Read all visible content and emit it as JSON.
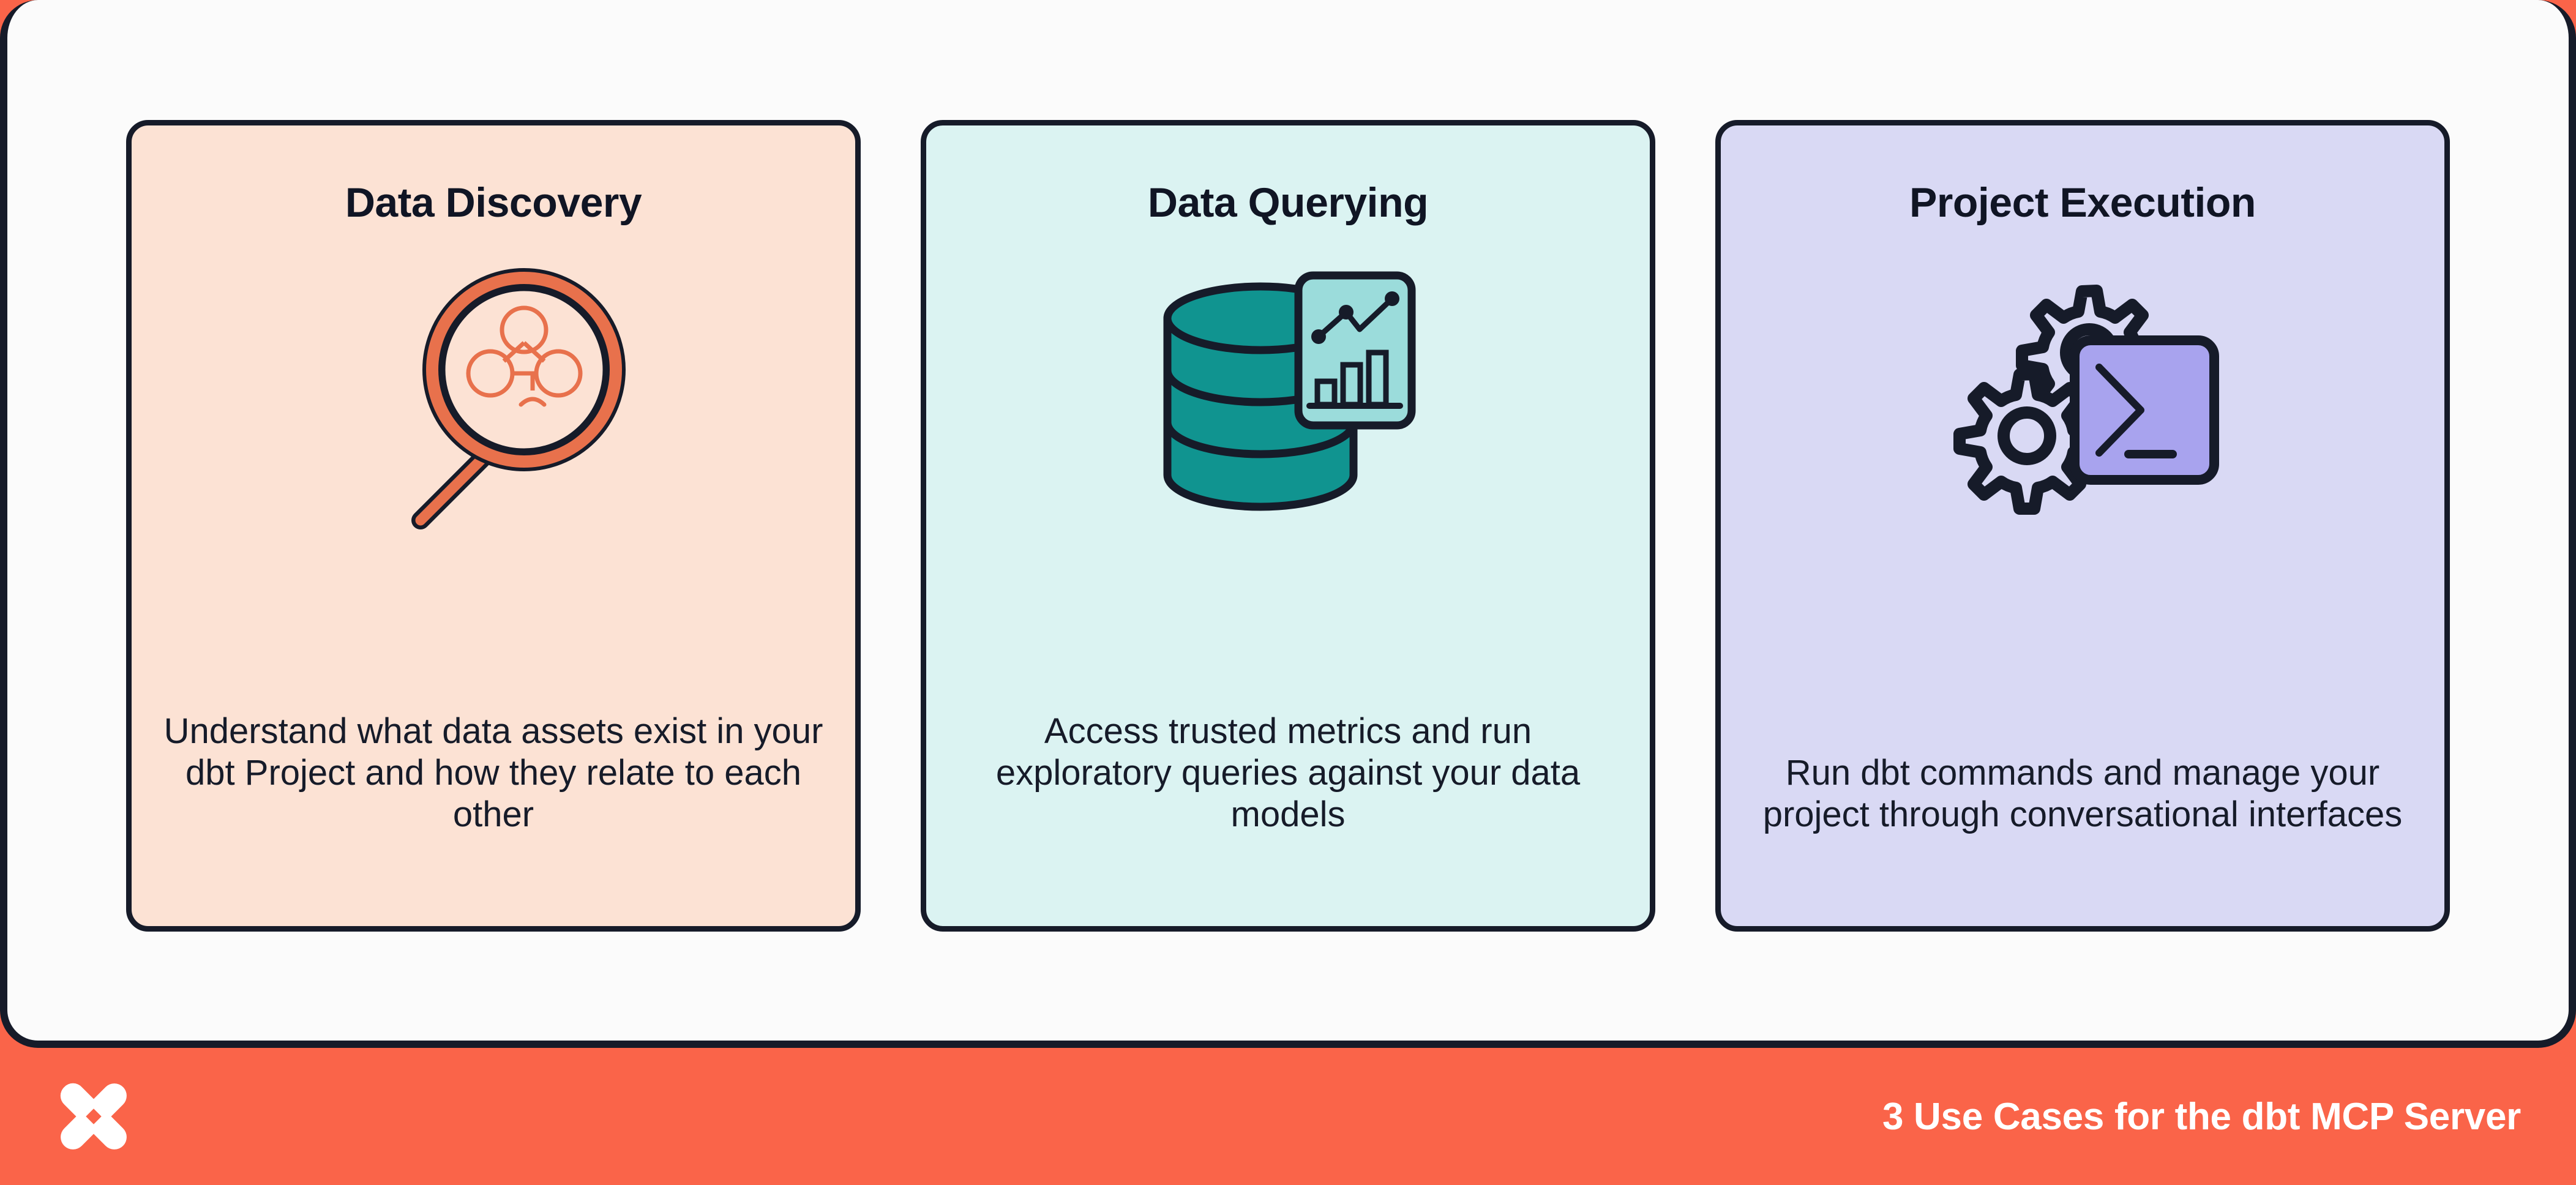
{
  "theme": {
    "frame_border": "#161B29",
    "panel_bg": "#FBFBFB",
    "footer_bg": "#FA6449",
    "footer_text": "#FFFFFF",
    "card1_bg": "#FCE2D4",
    "card1_accent": "#E8714C",
    "card2_bg": "#DBF3F2",
    "card2_accent": "#109490",
    "card2_chart_bg": "#9BDCDB",
    "card3_bg": "#D9D9F4",
    "card3_accent": "#A8A3EE",
    "ink": "#161B29"
  },
  "cards": [
    {
      "title": "Data Discovery",
      "body": "Understand what data assets exist in your dbt Project and how they relate to each other",
      "icon": "magnifying-glass-lineage-icon"
    },
    {
      "title": "Data Querying",
      "body": "Access trusted metrics and run exploratory queries against your data models",
      "icon": "database-chart-icon"
    },
    {
      "title": "Project Execution",
      "body": "Run dbt commands and manage your project through conversational interfaces",
      "icon": "gears-terminal-icon"
    }
  ],
  "footer": {
    "logo": "dbt-logo-icon",
    "caption": "3 Use Cases for the dbt MCP Server"
  }
}
